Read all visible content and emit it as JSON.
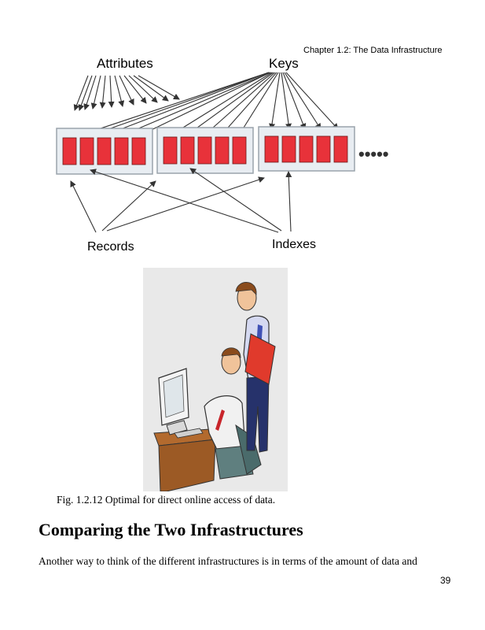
{
  "header": {
    "running_title": "Chapter 1.2: The Data Infrastructure"
  },
  "diagram": {
    "labels": {
      "attributes": "Attributes",
      "keys": "Keys",
      "records": "Records",
      "indexes": "Indexes"
    },
    "continuation_mark": "•••••",
    "colors": {
      "cell": "#e8323a",
      "block_fill": "#e8edf2",
      "block_border": "#9aa3ac",
      "arrow": "#333333"
    }
  },
  "figure": {
    "caption": "Fig. 1.2.12 Optimal for direct online access of data."
  },
  "section": {
    "heading": "Comparing the Two Infrastructures",
    "paragraph": "Another way to think of the different infrastructures is in terms of the amount of data and"
  },
  "footer": {
    "page_number": "39"
  }
}
